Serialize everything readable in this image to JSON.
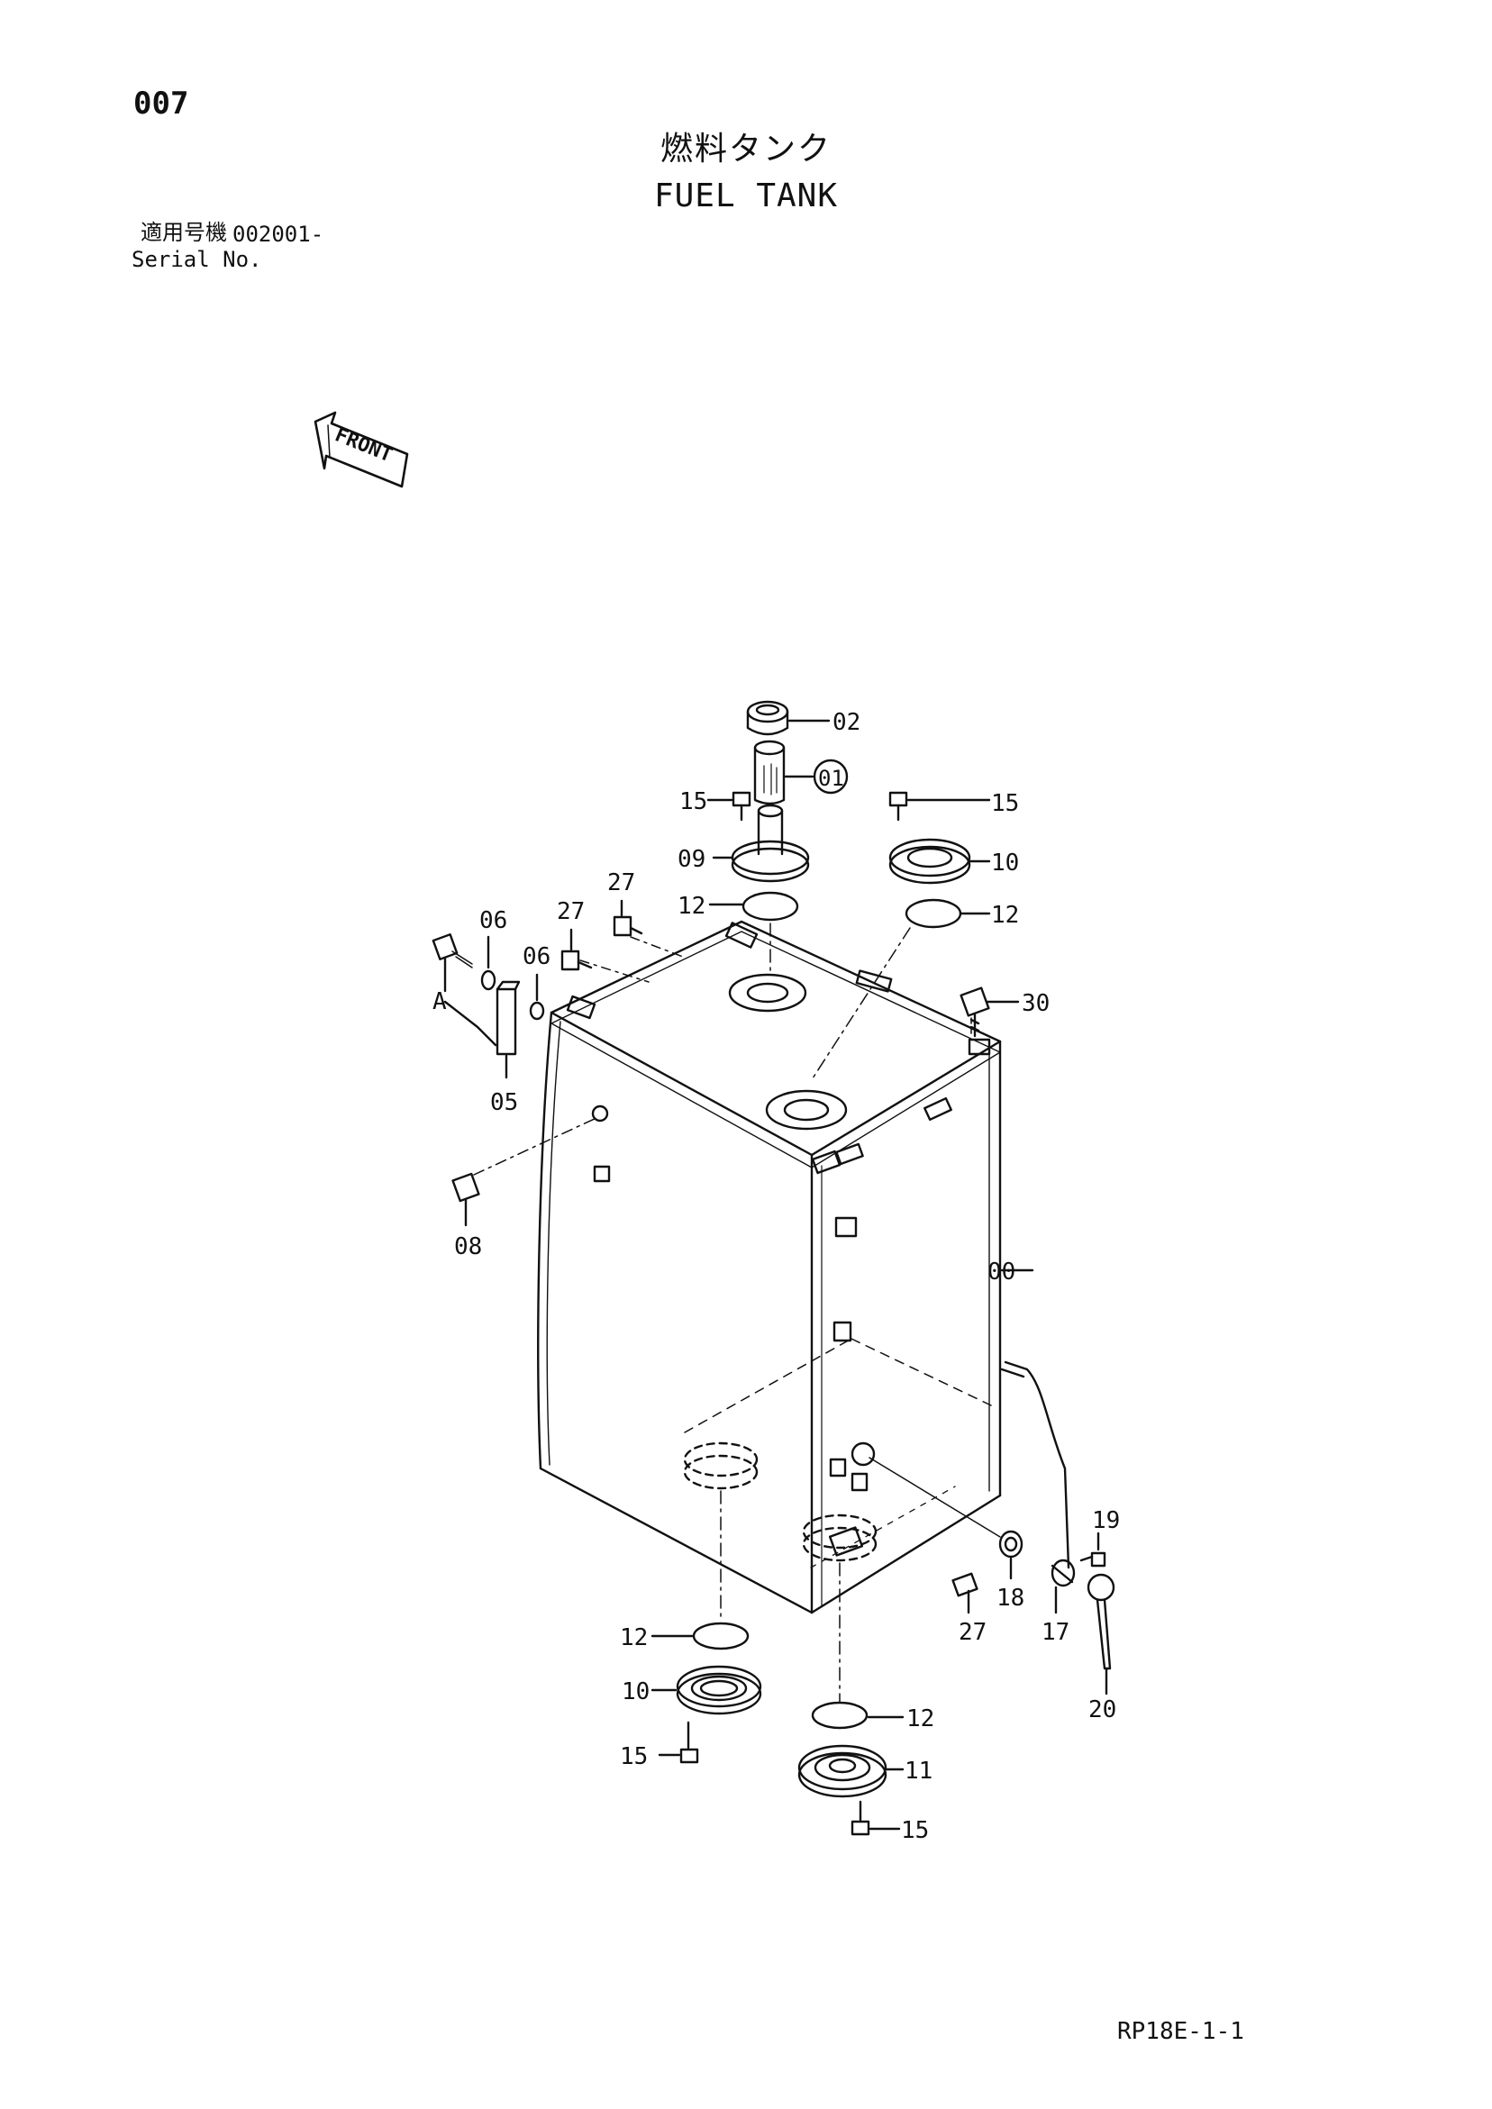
{
  "page_number": "007",
  "title": {
    "ja": "燃料タンク",
    "en": "FUEL TANK"
  },
  "serial": {
    "label_ja": "適用号機",
    "value": "002001-",
    "label_en": "Serial No."
  },
  "front_label": "FRONT",
  "document_code": "RP18E-1-1",
  "callouts": {
    "c00": "00",
    "c01": "01",
    "c02": "02",
    "c05": "05",
    "c06a": "06",
    "c06b": "06",
    "c08": "08",
    "c09": "09",
    "c10a": "10",
    "c10b": "10",
    "c11": "11",
    "c12a": "12",
    "c12b": "12",
    "c12c": "12",
    "c12d": "12",
    "c15a": "15",
    "c15b": "15",
    "c15c": "15",
    "c15d": "15",
    "c17": "17",
    "c18": "18",
    "c19": "19",
    "c20": "20",
    "c27a": "27",
    "c27b": "27",
    "c27c": "27",
    "c30": "30",
    "detail_a": "A"
  }
}
